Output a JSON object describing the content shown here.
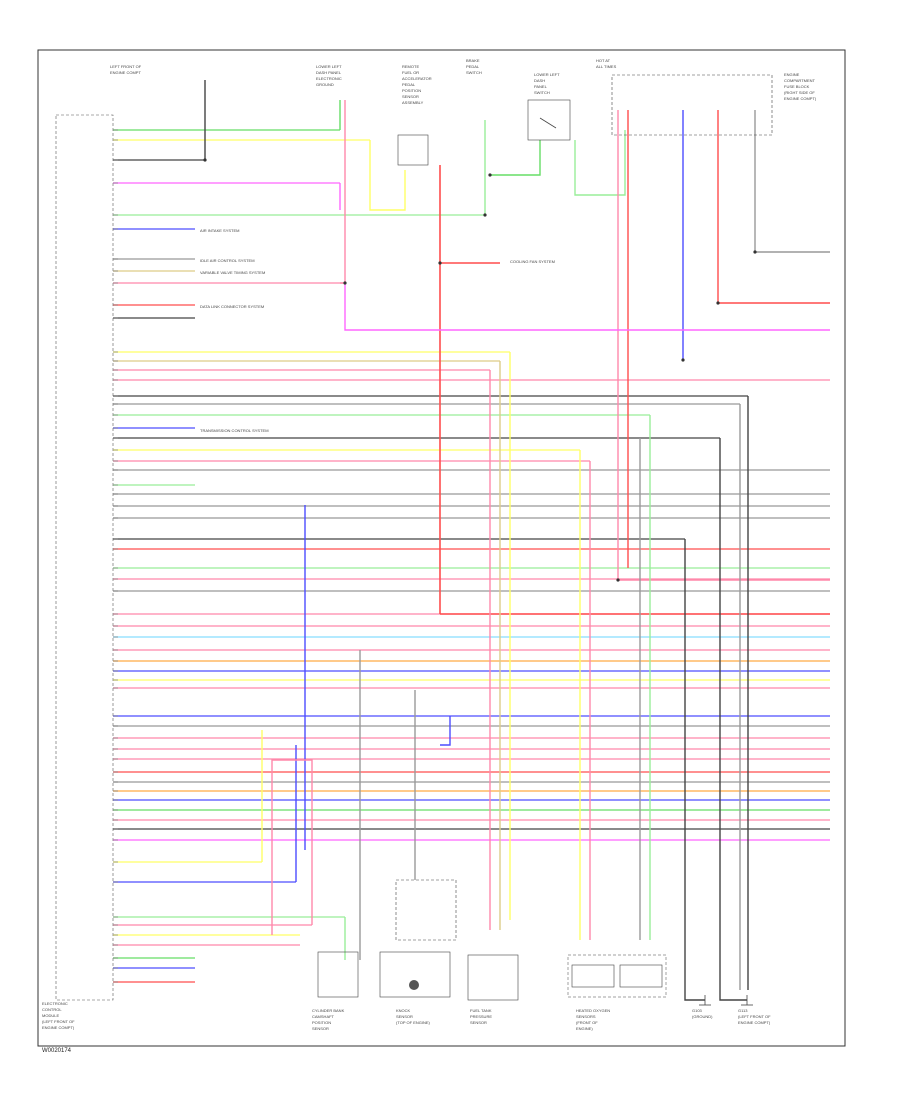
{
  "figure_id": "W0020174",
  "top_captions": [
    {
      "id": "cap1",
      "lines": [
        "LEFT FRONT OF",
        "ENGINE COMPT"
      ]
    },
    {
      "id": "cap2",
      "lines": [
        "LOWER LEFT",
        "DASH PANEL",
        "ELECTRONIC",
        "GROUND"
      ]
    },
    {
      "id": "cap3",
      "lines": [
        "REMOTE",
        "FUEL OR",
        "ACCELERATOR",
        "PEDAL",
        "POSITION",
        "SENSOR",
        "ASSEMBLY"
      ]
    },
    {
      "id": "cap4",
      "lines": [
        "BRAKE",
        "PEDAL",
        "SWITCH"
      ]
    },
    {
      "id": "cap5",
      "lines": [
        "LOWER LEFT",
        "DASH",
        "PANEL",
        "SWITCH"
      ]
    },
    {
      "id": "cap6",
      "lines": [
        "HOT AT",
        "ALL TIMES"
      ]
    },
    {
      "id": "cap7",
      "lines": [
        "ENGINE",
        "COMPARTMENT",
        "FUSE BLOCK",
        "(RIGHT SIDE OF",
        "ENGINE COMPT)"
      ]
    }
  ],
  "module_caption": [
    "ELECTRONIC",
    "CONTROL",
    "MODULE",
    "(LEFT FRONT OF",
    "ENGINE COMPT)"
  ],
  "bottom_captions": [
    {
      "id": "b1",
      "lines": [
        "CYLINDER BANK",
        "CAMSHAFT",
        "POSITION",
        "SENSOR"
      ]
    },
    {
      "id": "b2",
      "lines": [
        "KNOCK",
        "SENSOR",
        "(TOP OF ENGINE)"
      ]
    },
    {
      "id": "b3",
      "lines": [
        "FUEL TANK",
        "PRESSURE",
        "SENSOR"
      ]
    },
    {
      "id": "b4",
      "lines": [
        "HEATED OXYGEN",
        "SENSORS",
        "(FRONT OF",
        "ENGINE)"
      ]
    },
    {
      "id": "b5",
      "lines": [
        "G103",
        "(GROUND)"
      ]
    },
    {
      "id": "b6",
      "lines": [
        "G113",
        "(LEFT FRONT OF",
        "ENGINE COMPT)"
      ]
    }
  ],
  "system_notes": [
    "AIR INTAKE SYSTEM",
    "IDLE AIR CONTROL SYSTEM",
    "VARIABLE VALVE TIMING SYSTEM",
    "DATA LINK CONNECTOR SYSTEM",
    "COOLING FAN SYSTEM",
    "TRANSMISSION CONTROL SYSTEM"
  ],
  "colors": {
    "frame": "#333333",
    "red": "#ff4d4d",
    "pink": "#ff88aa",
    "magenta": "#ff66ff",
    "green": "#66dd66",
    "light_green": "#99ee99",
    "yellow": "#ffff66",
    "orange": "#ffaa44",
    "blue": "#4d4dff",
    "light_blue": "#88ddff",
    "gray": "#999999",
    "black": "#444444",
    "tan": "#ddcc88"
  }
}
